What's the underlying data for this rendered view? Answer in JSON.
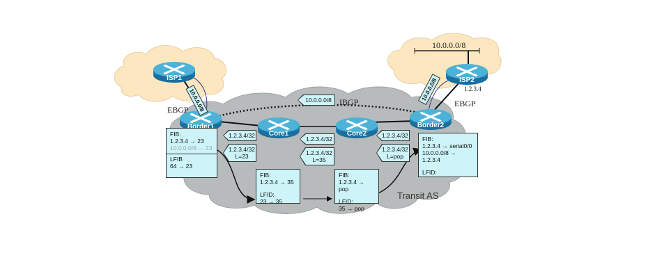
{
  "diagram": {
    "title": "MPLS VPN / BGP-free core forwarding example",
    "clouds": {
      "isp1": {
        "label": "",
        "color": "#fde7c0"
      },
      "isp2": {
        "label": "",
        "color": "#fde7c0"
      },
      "transit": {
        "label": "Transit AS",
        "color": "#b7bbbb"
      }
    },
    "routers": [
      {
        "id": "isp1",
        "label": "ISP1"
      },
      {
        "id": "isp2",
        "label": "ISP2"
      },
      {
        "id": "border1",
        "label": "Border1"
      },
      {
        "id": "core1",
        "label": "Core1"
      },
      {
        "id": "core2",
        "label": "Core2"
      },
      {
        "id": "border2",
        "label": "Border2"
      }
    ],
    "session_labels": {
      "ebgp_left": "EBGP",
      "ebgp_right": "EBGP",
      "ibgp": "IBGP",
      "isp2_address": "1.2.3.4"
    },
    "prefix_advertisements": {
      "isp1_to_border1": "10.0.0.0/8",
      "isp2_to_border2": "10.0.0.0/8",
      "ibgp": "10.0.0.0/8",
      "isp2_network": "10.0.0.0/8"
    },
    "ldp_tags": [
      {
        "id": "b1-c1-top",
        "lines": [
          "1.2.3.4/32"
        ]
      },
      {
        "id": "b1-c1-bottom",
        "lines": [
          "1.2.3.4/32",
          "L=23"
        ]
      },
      {
        "id": "c1-c2-top",
        "lines": [
          "1.2.3.4/32"
        ]
      },
      {
        "id": "c1-c2-bottom",
        "lines": [
          "1.2.3.4/32",
          "L=35"
        ]
      },
      {
        "id": "c2-b2-top",
        "lines": [
          "1.2.3.4/32"
        ]
      },
      {
        "id": "c2-b2-bottom",
        "lines": [
          "1.2.3.4/32",
          "L=pop"
        ]
      }
    ],
    "tables": {
      "border1": {
        "fib_title": "FIB:",
        "fib_rows": [
          "1.2.3.4 → 23",
          "10.0.0.0/8 → 23"
        ],
        "lfib_title": "LFIB",
        "lfib_rows": [
          "64 → 23"
        ]
      },
      "core1": {
        "fib_title": "FIB:",
        "fib_rows": [
          "1.2.3.4 → 35"
        ],
        "lfib_title": "LFID:",
        "lfib_rows": [
          "23 → 35"
        ]
      },
      "core2": {
        "fib_title": "FIB:",
        "fib_rows": [
          "1.2.3.4 → pop"
        ],
        "lfib_title": "LFID:",
        "lfib_rows": [
          "35 → pop"
        ]
      },
      "border2": {
        "fib_title": "FIB:",
        "fib_rows": [
          "1.2.3.4 → serial0/0",
          "10.0.0.0/8 → 1.2.3.4"
        ],
        "lfib_title": "LFID:",
        "lfib_rows": []
      }
    },
    "colors": {
      "table_fill": "#cdf4f8",
      "router_top": "#4cb2d8",
      "router_side": "#1d7fb0",
      "isp_cloud": "#fde7c0",
      "transit_cloud": "#b7bbbb"
    }
  }
}
